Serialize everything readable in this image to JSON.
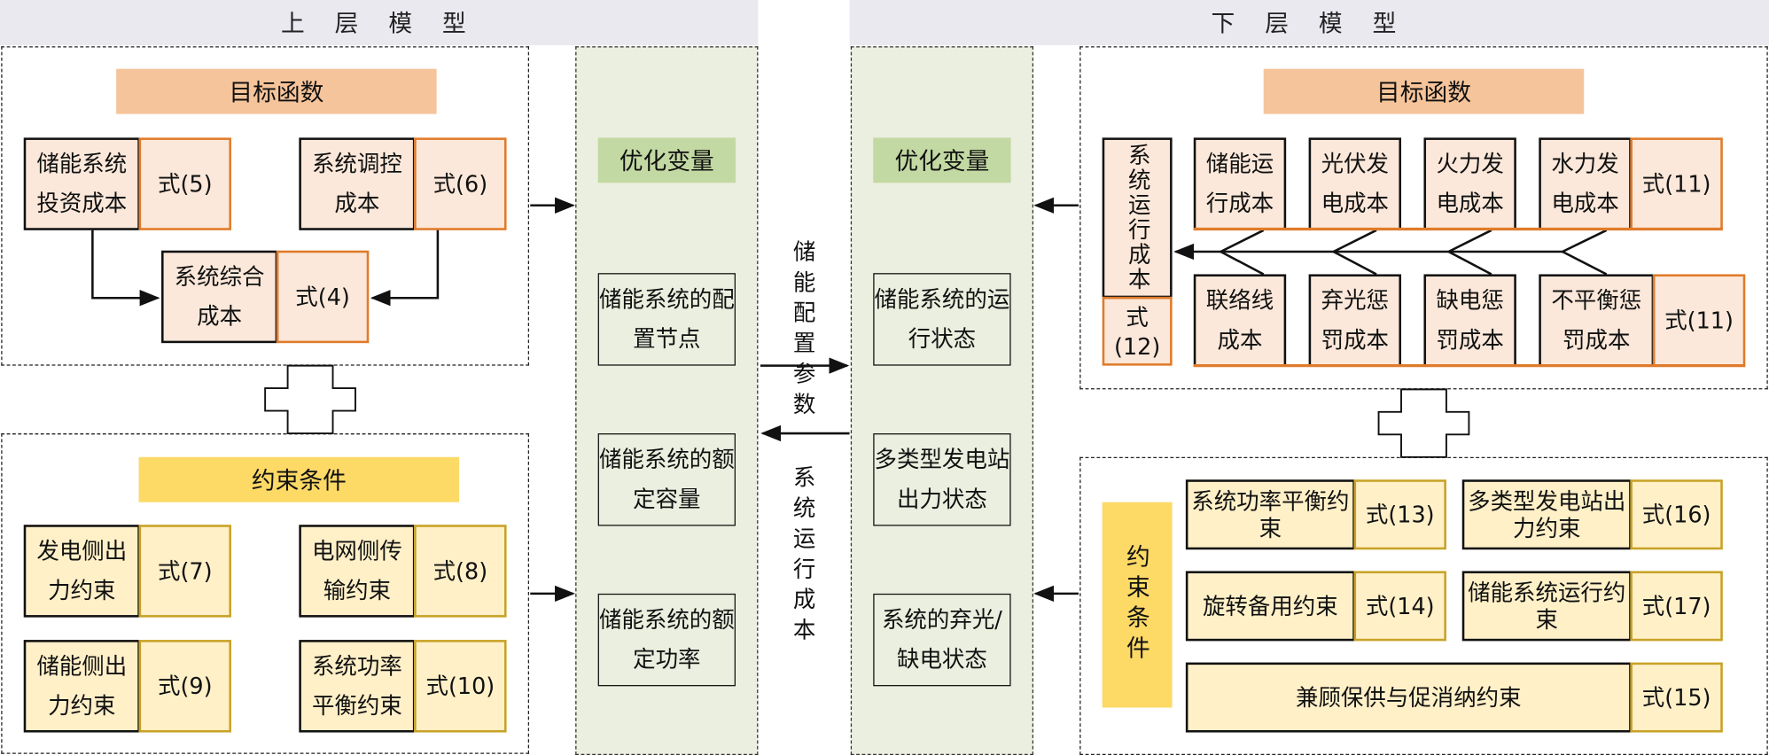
{
  "headers": {
    "upper": "上 层 模 型",
    "lower": "下 层 模 型"
  },
  "upper": {
    "objective": {
      "title": "目标函数",
      "items": [
        {
          "label": "储能系统投资成本",
          "eq": "式(5)"
        },
        {
          "label": "系统调控成本",
          "eq": "式(6)"
        },
        {
          "label": "系统综合成本",
          "eq": "式(4)"
        }
      ]
    },
    "constraints": {
      "title": "约束条件",
      "items": [
        {
          "label": "发电侧出力约束",
          "eq": "式(7)"
        },
        {
          "label": "电网侧传输约束",
          "eq": "式(8)"
        },
        {
          "label": "储能侧出力约束",
          "eq": "式(9)"
        },
        {
          "label": "系统功率平衡约束",
          "eq": "式(10)"
        }
      ]
    },
    "variables": {
      "title": "优化变量",
      "items": [
        "储能系统的配置节点",
        "储能系统的额定容量",
        "储能系统的额定功率"
      ]
    }
  },
  "links": {
    "down": "储能配置参数",
    "up": "系统运行成本"
  },
  "lower": {
    "variables": {
      "title": "优化变量",
      "items": [
        "储能系统的运行状态",
        "多类型发电站出力状态",
        "系统的弃光/缺电状态"
      ]
    },
    "objective": {
      "title": "目标函数",
      "total": {
        "label": "系统运行成本",
        "eq": "式(12)"
      },
      "top_row": [
        "储能运行成本",
        "光伏发电成本",
        "火力发电成本",
        "水力发电成本"
      ],
      "top_eq": "式(11)",
      "bottom_row": [
        "联络线成本",
        "弃光惩罚成本",
        "缺电惩罚成本",
        "不平衡惩罚成本"
      ],
      "bottom_eq": "式(11)"
    },
    "constraints": {
      "title": "约束条件",
      "items": [
        {
          "label": "系统功率平衡约束",
          "eq": "式(13)"
        },
        {
          "label": "多类型发电站出力约束",
          "eq": "式(16)"
        },
        {
          "label": "旋转备用约束",
          "eq": "式(14)"
        },
        {
          "label": "储能系统运行约束",
          "eq": "式(17)"
        },
        {
          "label": "兼顾保供与促消纳约束",
          "eq": "式(15)"
        }
      ]
    }
  }
}
